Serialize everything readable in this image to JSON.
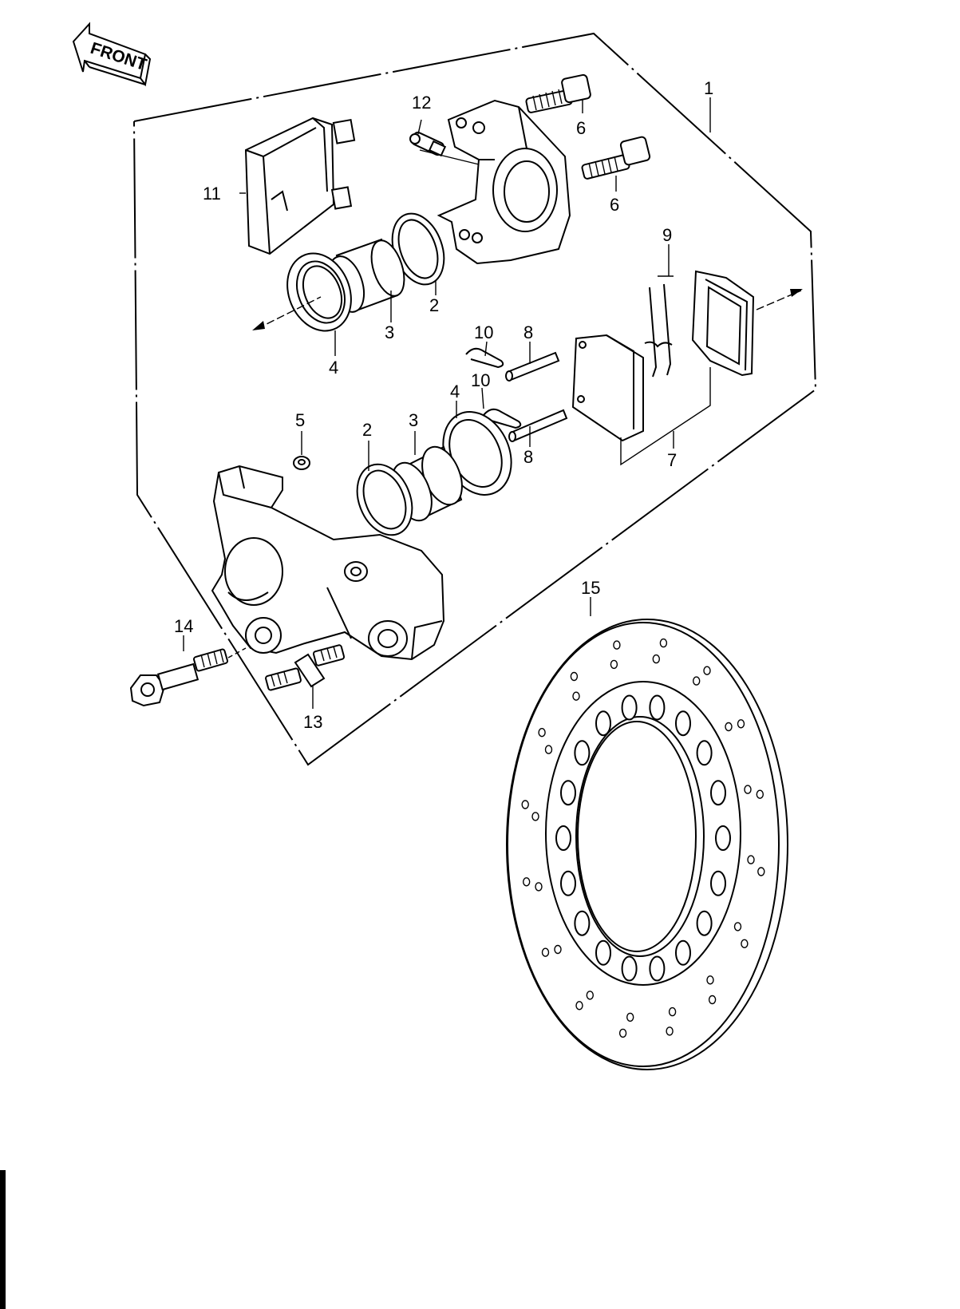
{
  "front_marker": {
    "text": "FRONT"
  },
  "callouts": {
    "c1": "1",
    "c2a": "2",
    "c2b": "2",
    "c3a": "3",
    "c3b": "3",
    "c4a": "4",
    "c4b": "4",
    "c5": "5",
    "c6a": "6",
    "c6b": "6",
    "c7": "7",
    "c8a": "8",
    "c8b": "8",
    "c9": "9",
    "c10a": "10",
    "c10b": "10",
    "c11": "11",
    "c12": "12",
    "c13": "13",
    "c14": "14",
    "c15": "15"
  }
}
